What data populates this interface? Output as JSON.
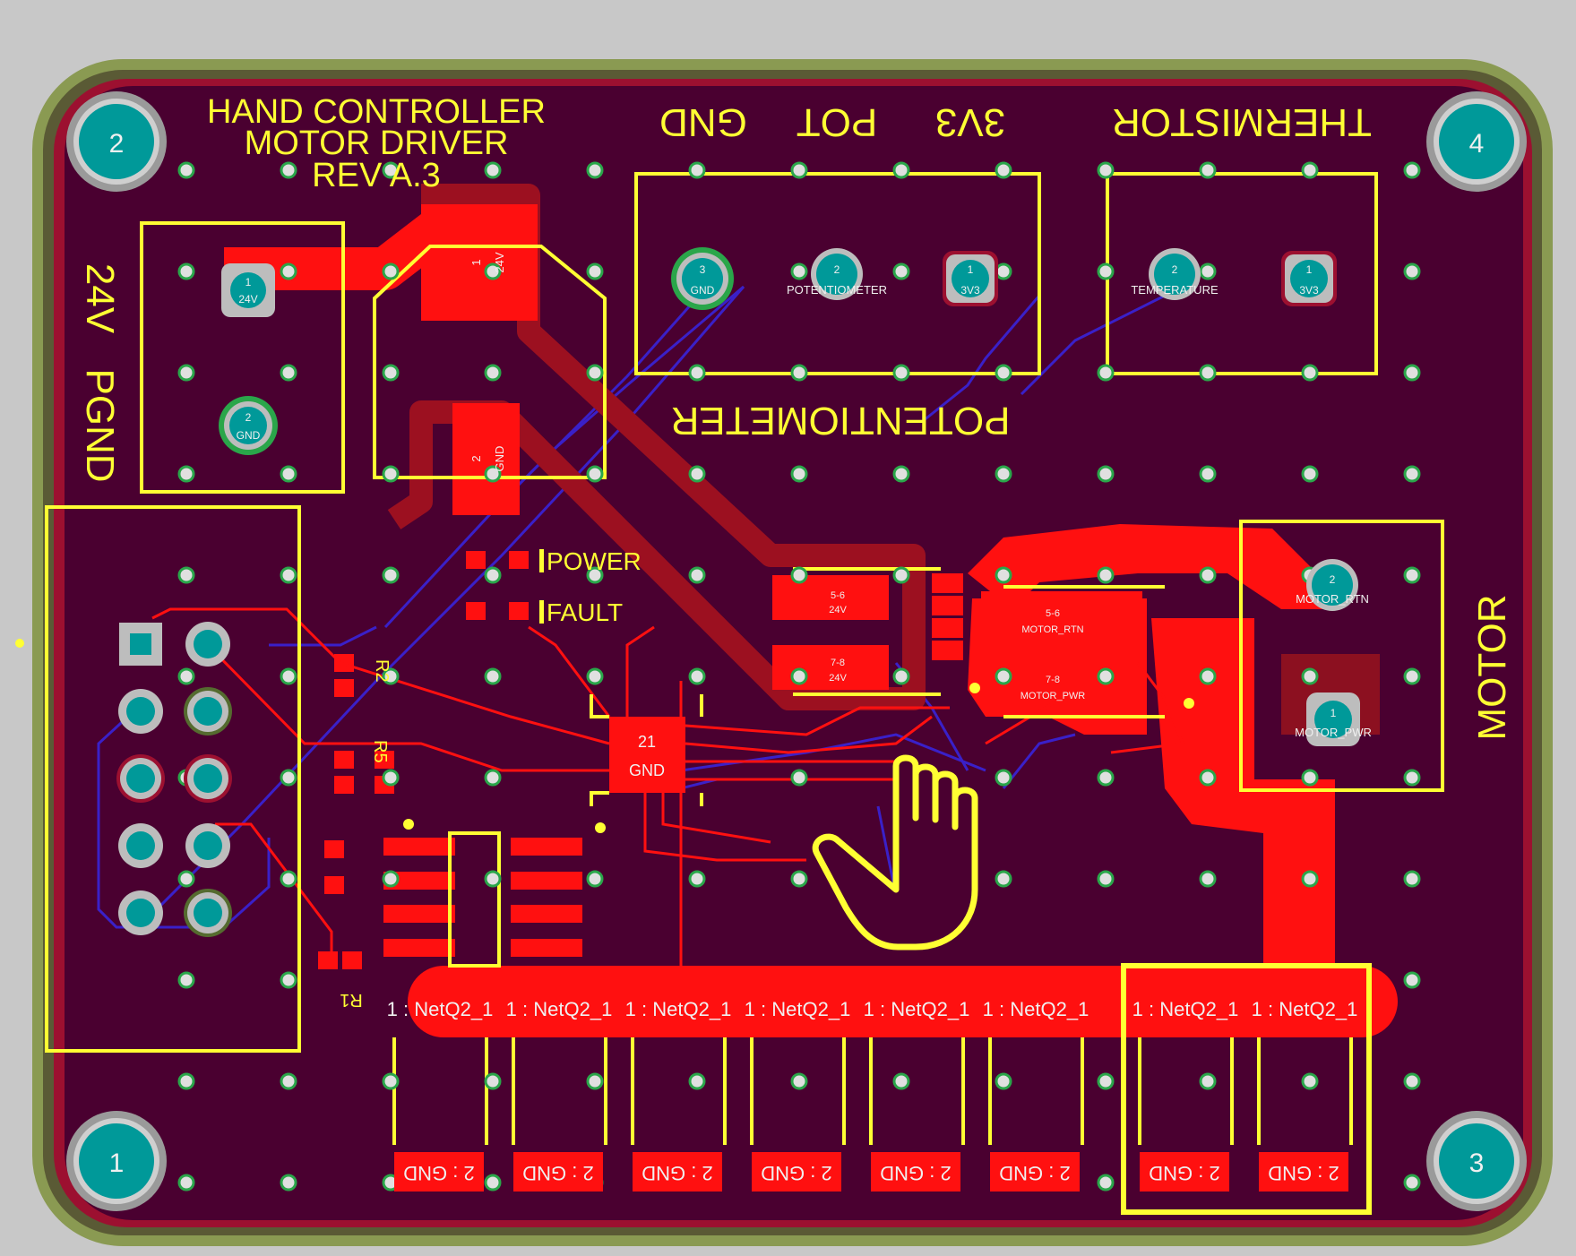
{
  "board": {
    "title_line1": "HAND CONTROLLER",
    "title_line2": "MOTOR DRIVER",
    "title_line3": "REV A.3"
  },
  "labels": {
    "pin_24v": "24V",
    "pgnd": "PGND",
    "gnd_flipped": "GND",
    "pot_flipped": "POT",
    "v3v3_flipped": "3V3",
    "thermistor_flipped": "THERMISTOR",
    "potentiometer_flipped": "POTENTIOMETER",
    "power": "POWER",
    "fault": "FAULT",
    "motor": "MOTOR",
    "r1": "R1",
    "r2": "R2",
    "r5": "R5"
  },
  "mounting_holes": [
    "2",
    "4",
    "1",
    "3"
  ],
  "power_connector": {
    "pin1_number": "1",
    "pin1_net": "24V",
    "pin2_number": "2",
    "pin2_net": "GND"
  },
  "fuse": {
    "pad1_number": "1",
    "pad1_net": "24V",
    "pad2_number": "2",
    "pad2_net": "GND"
  },
  "pot_connector": {
    "pin3_number": "3",
    "pin3_net": "GND",
    "pin2_number": "2",
    "pin2_net": "POTENTIOMETER",
    "pin1_number": "1",
    "pin1_net": "3V3"
  },
  "therm_connector": {
    "pin2_number": "2",
    "pin2_net": "TEMPERATURE",
    "pin1_number": "1",
    "pin1_net": "3V3"
  },
  "motor_connector": {
    "pin2_number": "2",
    "pin2_net": "MOTOR_RTN",
    "pin1_number": "1",
    "pin1_net": "MOTOR_PWR"
  },
  "ic": {
    "pad_number": "21",
    "pad_net": "GND"
  },
  "mosfet_pads": {
    "a_number": "5-6",
    "a_net": "24V",
    "b_number": "7-8",
    "b_net": "24V",
    "c_number": "5-6",
    "c_net": "MOTOR_RTN",
    "d_number": "7-8",
    "d_net": "MOTOR_PWR"
  },
  "heatsink_pads": [
    "1 : NetQ2_1",
    "1 : NetQ2_1",
    "1 : NetQ2_1",
    "1 : NetQ2_1",
    "1 : NetQ2_1",
    "1 : NetQ2_1",
    "1 : NetQ2_1",
    "1 : NetQ2_1"
  ],
  "bottom_pads": [
    "2 : GND",
    "2 : GND",
    "2 : GND",
    "2 : GND",
    "2 : GND",
    "2 : GND",
    "2 : GND",
    "2 : GND"
  ],
  "colors": {
    "background": "#c8c8c8",
    "board": "#4a0030",
    "copper": "#ff1010",
    "silkscreen": "#ffff33",
    "via": "#2aa64a",
    "mount_hole": "#009999",
    "trace_bottom": "#3a20c8"
  },
  "cursor_icon": "hand-pointer-icon"
}
